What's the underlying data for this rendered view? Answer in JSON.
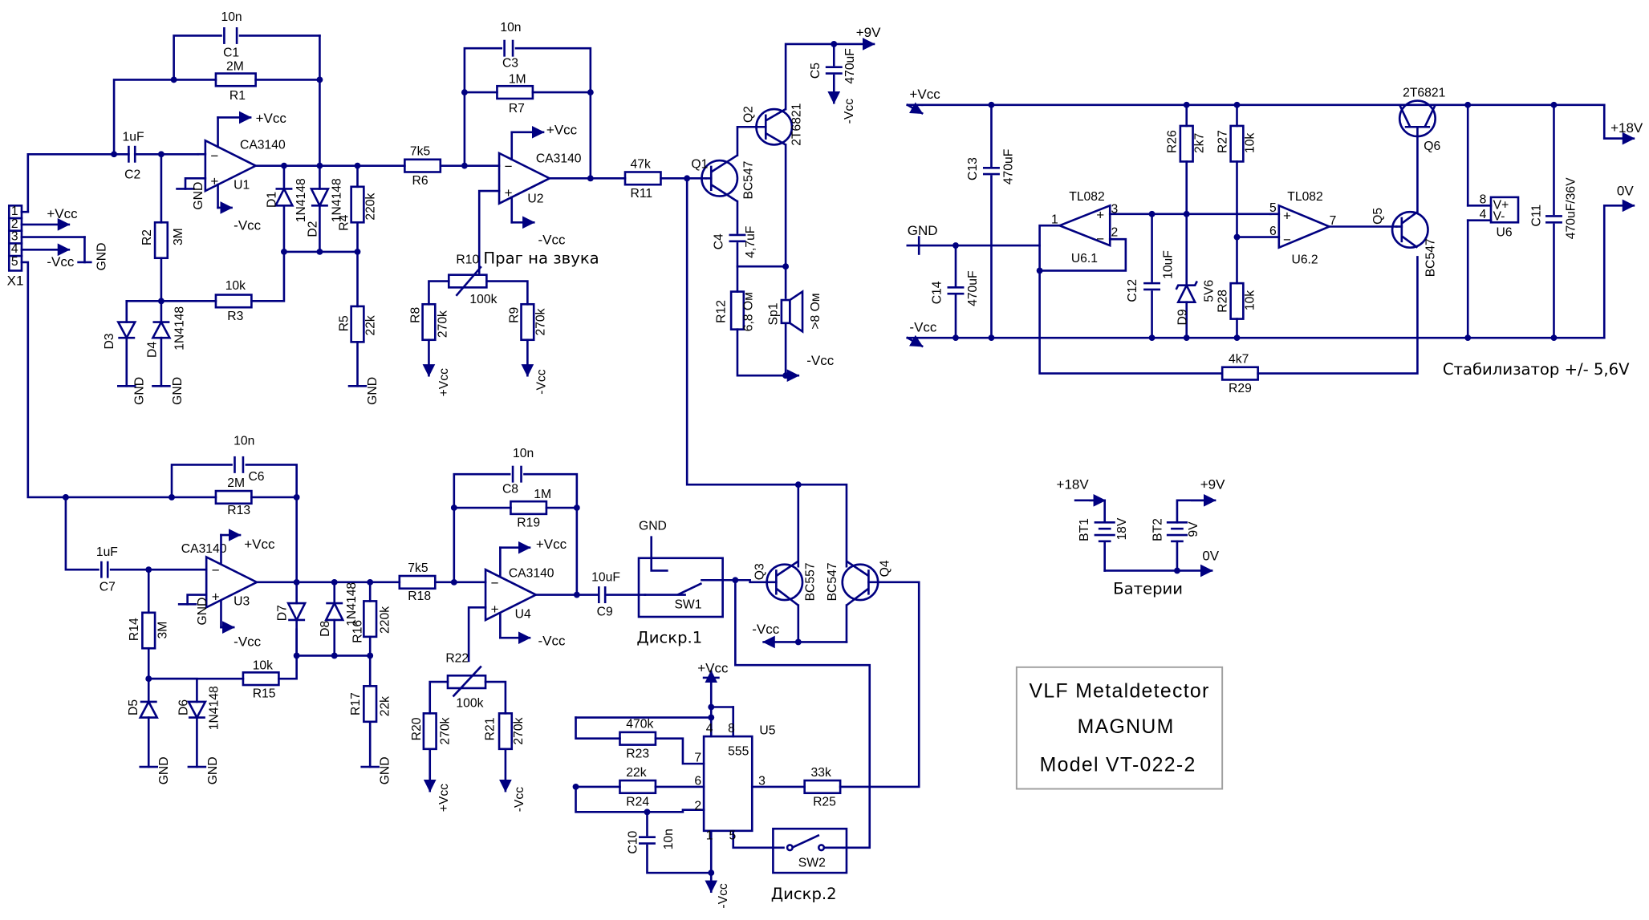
{
  "colors": {
    "wire": "#000080",
    "text": "#000000",
    "background": "#ffffff"
  },
  "title_block": {
    "line1": "VLF Metaldetector",
    "line2": "MAGNUM",
    "line3": "Model VT-022-2"
  },
  "captions": {
    "stabilizer": "Стабилизатор +/- 5,6V",
    "batteries": "Батерии",
    "threshold": "Праг на звука",
    "disc1": "Дискр.1",
    "disc2": "Дискр.2"
  },
  "nets": {
    "p9v": "+9V",
    "pvcc": "+Vcc",
    "mvcc": "-Vcc",
    "gnd": "GND",
    "p18v": "+18V",
    "zero": "0V"
  },
  "connector": {
    "ref": "X1",
    "pins": [
      "1",
      "2",
      "3",
      "4",
      "5"
    ]
  },
  "opamp_model": "CA3140",
  "tl082": "TL082",
  "diode_model": "1N4148",
  "units": {
    "u1": "U1",
    "u2": "U2",
    "u3": "U3",
    "u4": "U4",
    "u5": "U5",
    "u5_type": "555",
    "u6": "U6",
    "u61": "U6.1",
    "u62": "U6.2",
    "u6_vp": "V+",
    "u6_vm": "V-"
  },
  "transistors": {
    "q1": "Q1",
    "q2": "Q2",
    "q3": "Q3",
    "q4": "Q4",
    "q5": "Q5",
    "q6": "Q6",
    "bc547": "BC547",
    "bc557": "BC557",
    "t2": "2T6821"
  },
  "resistors": {
    "r1": [
      "R1",
      "2M"
    ],
    "r2": [
      "R2",
      "3M"
    ],
    "r3": [
      "R3",
      "10k"
    ],
    "r4": [
      "R4",
      "220k"
    ],
    "r5": [
      "R5",
      "22k"
    ],
    "r6": [
      "R6",
      "7k5"
    ],
    "r7": [
      "R7",
      "1M"
    ],
    "r8": [
      "R8",
      "270k"
    ],
    "r9": [
      "R9",
      "270k"
    ],
    "r10": [
      "R10",
      "100k"
    ],
    "r11": [
      "R11",
      "47k"
    ],
    "r12": [
      "R12",
      "6,8 Ом"
    ],
    "r13": [
      "R13",
      "2M"
    ],
    "r14": [
      "R14",
      "3M"
    ],
    "r15": [
      "R15",
      "10k"
    ],
    "r16": [
      "R16",
      "220k"
    ],
    "r17": [
      "R17",
      "22k"
    ],
    "r18": [
      "R18",
      "7k5"
    ],
    "r19": [
      "R19",
      "1M"
    ],
    "r20": [
      "R20",
      "270k"
    ],
    "r21": [
      "R21",
      "270k"
    ],
    "r22": [
      "R22",
      "100k"
    ],
    "r23": [
      "R23",
      "470k"
    ],
    "r24": [
      "R24",
      "22k"
    ],
    "r25": [
      "R25",
      "33k"
    ],
    "r26": [
      "R26",
      "2k7"
    ],
    "r27": [
      "R27",
      "10k"
    ],
    "r28": [
      "R28",
      "10k"
    ],
    "r29": [
      "R29",
      "4k7"
    ]
  },
  "capacitors": {
    "c1": [
      "C1",
      "10n"
    ],
    "c2": [
      "C2",
      "1uF"
    ],
    "c3": [
      "C3",
      "10n"
    ],
    "c4": [
      "C4",
      "4,7uF"
    ],
    "c5": [
      "C5",
      "470uF"
    ],
    "c6": [
      "C6",
      "10n"
    ],
    "c7": [
      "C7",
      "1uF"
    ],
    "c8": [
      "C8",
      "10n"
    ],
    "c9": [
      "C9",
      "10uF"
    ],
    "c10": [
      "C10",
      "10n"
    ],
    "c11": [
      "C11",
      "470uF/36V"
    ],
    "c12": [
      "C12",
      "10uF"
    ],
    "c13": [
      "C13",
      "470uF"
    ],
    "c14": [
      "C14",
      "470uF"
    ]
  },
  "diodes": {
    "d1": "D1",
    "d2": "D2",
    "d3": "D3",
    "d4": "D4",
    "d5": "D5",
    "d6": "D6",
    "d7": "D7",
    "d8": "D8",
    "d9": "D9",
    "d9_val": "5V6"
  },
  "speaker": {
    "ref": "Sp1",
    "val": ">8 Ом"
  },
  "switches": {
    "sw1": "SW1",
    "sw2": "SW2"
  },
  "batteries": {
    "bt1": [
      "BT1",
      "18V"
    ],
    "bt2": [
      "BT2",
      "9V"
    ]
  },
  "pins": {
    "p1": "1",
    "p2": "2",
    "p3": "3",
    "p4": "4",
    "p5": "5",
    "p6": "6",
    "p7": "7",
    "p8": "8"
  }
}
